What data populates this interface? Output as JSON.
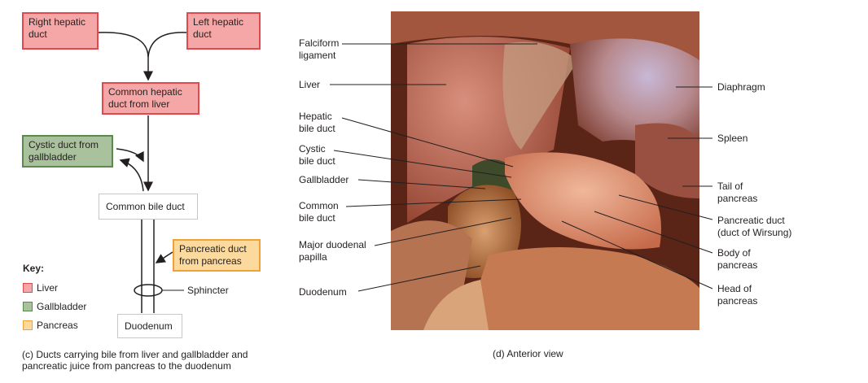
{
  "left_panel": {
    "boxes": {
      "right_hepatic": "Right hepatic duct",
      "left_hepatic": "Left hepatic duct",
      "common_hepatic": "Common hepatic duct from liver",
      "cystic": "Cystic duct from gallbladder",
      "common_bile": "Common bile duct",
      "pancreatic": "Pancreatic duct from pancreas",
      "duodenum": "Duodenum"
    },
    "sphincter_label": "Sphincter",
    "key": {
      "title": "Key:",
      "items": [
        {
          "label": "Liver",
          "color": "#f4a7a6"
        },
        {
          "label": "Gallbladder",
          "color": "#a9c19c"
        },
        {
          "label": "Pancreas",
          "color": "#fcd99c"
        }
      ]
    },
    "caption_line1": "(c) Ducts carrying bile from liver and gallbladder and",
    "caption_line2": "pancreatic juice from pancreas to the duodenum"
  },
  "right_panel": {
    "labels_left": [
      {
        "l1": "Falciform",
        "l2": "ligament"
      },
      {
        "l1": "Liver",
        "l2": ""
      },
      {
        "l1": "Hepatic",
        "l2": "bile duct"
      },
      {
        "l1": "Cystic",
        "l2": "bile duct"
      },
      {
        "l1": "Gallbladder",
        "l2": ""
      },
      {
        "l1": "Common",
        "l2": "bile duct"
      },
      {
        "l1": "Major duodenal",
        "l2": "papilla"
      },
      {
        "l1": "Duodenum",
        "l2": ""
      }
    ],
    "labels_right": [
      {
        "l1": "Diaphragm",
        "l2": ""
      },
      {
        "l1": "Spleen",
        "l2": ""
      },
      {
        "l1": "Tail of",
        "l2": "pancreas"
      },
      {
        "l1": "Pancreatic duct",
        "l2": "(duct of Wirsung)"
      },
      {
        "l1": "Body of",
        "l2": "pancreas"
      },
      {
        "l1": "Head of",
        "l2": "pancreas"
      }
    ],
    "caption": "(d) Anterior view"
  }
}
